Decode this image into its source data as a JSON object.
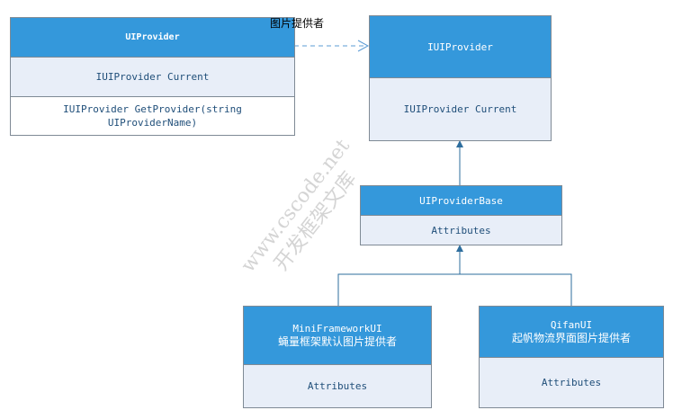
{
  "watermark": {
    "line1": "www.cscode.net",
    "line2": "开发框架文库"
  },
  "edge_label": "图片提供者",
  "classes": {
    "uiprovider": {
      "name": "UIProvider",
      "attribute": "IUIProvider Current",
      "method": "IUIProvider GetProvider(string UIProviderName)"
    },
    "iuiprovider": {
      "name": "IUIProvider",
      "attribute": "IUIProvider Current"
    },
    "base": {
      "name": "UIProviderBase",
      "attribute": "Attributes"
    },
    "mini": {
      "name": "MiniFrameworkUI",
      "subtitle": "蝇量框架默认图片提供者",
      "attribute": "Attributes"
    },
    "qifan": {
      "name": "QifanUI",
      "subtitle": "起帆物流界面图片提供者",
      "attribute": "Attributes"
    }
  },
  "colors": {
    "header": "#3498db",
    "body": "#e8eef8",
    "line": "#2e6e9e"
  }
}
